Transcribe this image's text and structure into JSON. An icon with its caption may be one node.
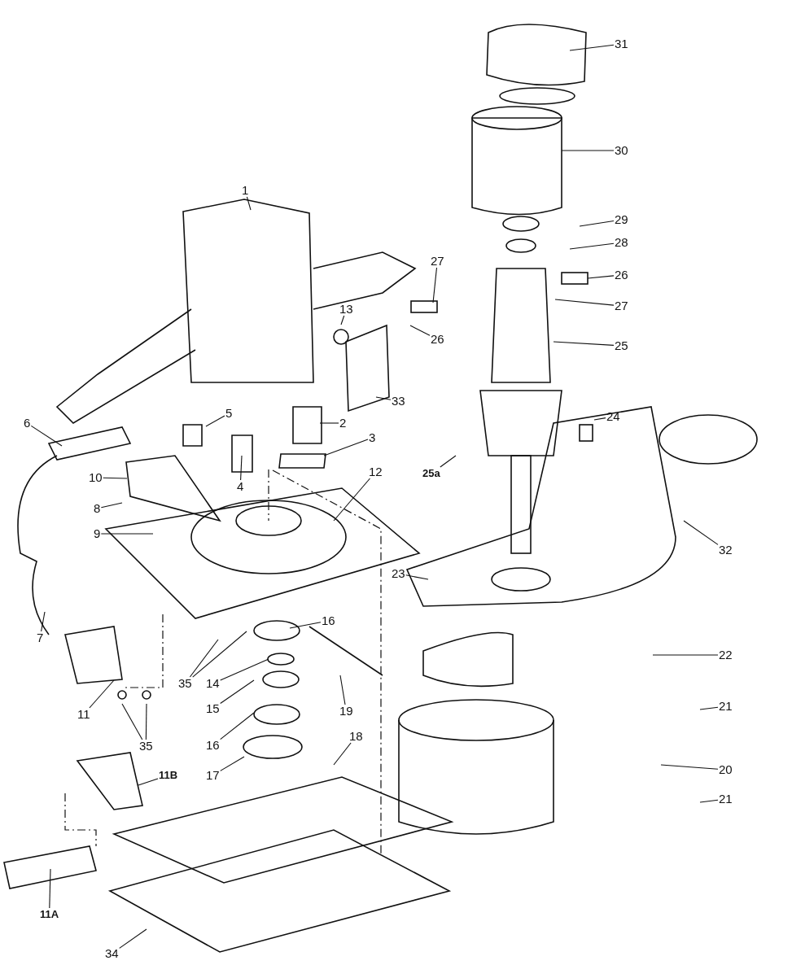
{
  "diagram": {
    "nodes": [
      {
        "text": [
          "31"
        ]
      },
      {
        "text": [
          "30"
        ]
      },
      {
        "text": [
          "1"
        ]
      },
      {
        "text": [
          "29"
        ]
      },
      {
        "text": [
          "28"
        ]
      },
      {
        "text": [
          "27"
        ]
      },
      {
        "text": [
          "26"
        ]
      },
      {
        "text": [
          "27"
        ]
      },
      {
        "text": [
          "13"
        ]
      },
      {
        "text": [
          "26"
        ]
      },
      {
        "text": [
          "25"
        ]
      },
      {
        "text": [
          "33"
        ]
      },
      {
        "text": [
          "24"
        ]
      },
      {
        "text": [
          "2"
        ]
      },
      {
        "text": [
          "5"
        ]
      },
      {
        "text": [
          "6"
        ]
      },
      {
        "text": [
          "3"
        ]
      },
      {
        "text": [
          "25a"
        ]
      },
      {
        "text": [
          "10"
        ]
      },
      {
        "text": [
          "4"
        ]
      },
      {
        "text": [
          "12"
        ]
      },
      {
        "text": [
          "8"
        ]
      },
      {
        "text": [
          "9"
        ]
      },
      {
        "text": [
          "23"
        ]
      },
      {
        "text": [
          "32"
        ]
      },
      {
        "text": [
          "7"
        ]
      },
      {
        "text": [
          "16"
        ]
      },
      {
        "text": [
          "22"
        ]
      },
      {
        "text": [
          "35"
        ]
      },
      {
        "text": [
          "14"
        ]
      },
      {
        "text": [
          "11"
        ]
      },
      {
        "text": [
          "19"
        ]
      },
      {
        "text": [
          "15"
        ]
      },
      {
        "text": [
          "21"
        ]
      },
      {
        "text": [
          "35"
        ]
      },
      {
        "text": [
          "16"
        ]
      },
      {
        "text": [
          "18"
        ]
      },
      {
        "text": [
          "20"
        ]
      },
      {
        "text": [
          "17"
        ]
      },
      {
        "text": [
          "11B"
        ]
      },
      {
        "text": [
          "21"
        ]
      },
      {
        "text": [
          "11A"
        ]
      },
      {
        "text": [
          "34"
        ]
      }
    ],
    "edges": [
      {
        "from": 0,
        "to": null,
        "arrow": "none"
      },
      {
        "from": 1,
        "to": null,
        "arrow": "none"
      },
      {
        "from": 2,
        "to": null,
        "arrow": "none"
      },
      {
        "from": 3,
        "to": null,
        "arrow": "none"
      },
      {
        "from": 4,
        "to": null,
        "arrow": "none"
      },
      {
        "from": 5,
        "to": null,
        "arrow": "none"
      },
      {
        "from": 6,
        "to": null,
        "arrow": "none"
      },
      {
        "from": 7,
        "to": null,
        "arrow": "none"
      },
      {
        "from": 8,
        "to": null,
        "arrow": "none"
      },
      {
        "from": 9,
        "to": null,
        "arrow": "none"
      },
      {
        "from": 10,
        "to": null,
        "arrow": "none"
      },
      {
        "from": 11,
        "to": null,
        "arrow": "none"
      },
      {
        "from": 12,
        "to": null,
        "arrow": "none"
      },
      {
        "from": 13,
        "to": null,
        "arrow": "none"
      },
      {
        "from": 14,
        "to": null,
        "arrow": "none"
      },
      {
        "from": 15,
        "to": null,
        "arrow": "none"
      },
      {
        "from": 16,
        "to": null,
        "arrow": "none"
      },
      {
        "from": 17,
        "to": null,
        "arrow": "none"
      },
      {
        "from": 18,
        "to": null,
        "arrow": "none"
      },
      {
        "from": 19,
        "to": null,
        "arrow": "none"
      },
      {
        "from": 20,
        "to": null,
        "arrow": "none"
      },
      {
        "from": 21,
        "to": null,
        "arrow": "none"
      },
      {
        "from": 22,
        "to": null,
        "arrow": "none"
      },
      {
        "from": 23,
        "to": null,
        "arrow": "none"
      },
      {
        "from": 24,
        "to": null,
        "arrow": "none"
      },
      {
        "from": 25,
        "to": null,
        "arrow": "none"
      },
      {
        "from": 26,
        "to": null,
        "arrow": "none"
      },
      {
        "from": 27,
        "to": null,
        "arrow": "none"
      },
      {
        "from": 28,
        "to": null,
        "arrow": "none"
      },
      {
        "from": 28,
        "to": null,
        "arrow": "none"
      },
      {
        "from": 29,
        "to": null,
        "arrow": "none"
      },
      {
        "from": 30,
        "to": null,
        "arrow": "none"
      },
      {
        "from": 31,
        "to": null,
        "arrow": "none"
      },
      {
        "from": 32,
        "to": null,
        "arrow": "none"
      },
      {
        "from": 33,
        "to": null,
        "arrow": "none"
      },
      {
        "from": 34,
        "to": null,
        "arrow": "none"
      },
      {
        "from": 34,
        "to": null,
        "arrow": "none"
      },
      {
        "from": 35,
        "to": null,
        "arrow": "none"
      },
      {
        "from": 36,
        "to": null,
        "arrow": "none"
      },
      {
        "from": 37,
        "to": null,
        "arrow": "none"
      },
      {
        "from": 38,
        "to": null,
        "arrow": "none"
      },
      {
        "from": 39,
        "to": null,
        "arrow": "none"
      },
      {
        "from": 40,
        "to": null,
        "arrow": "none"
      },
      {
        "from": 41,
        "to": null,
        "arrow": "none"
      },
      {
        "from": 42,
        "to": null,
        "arrow": "none"
      }
    ]
  }
}
